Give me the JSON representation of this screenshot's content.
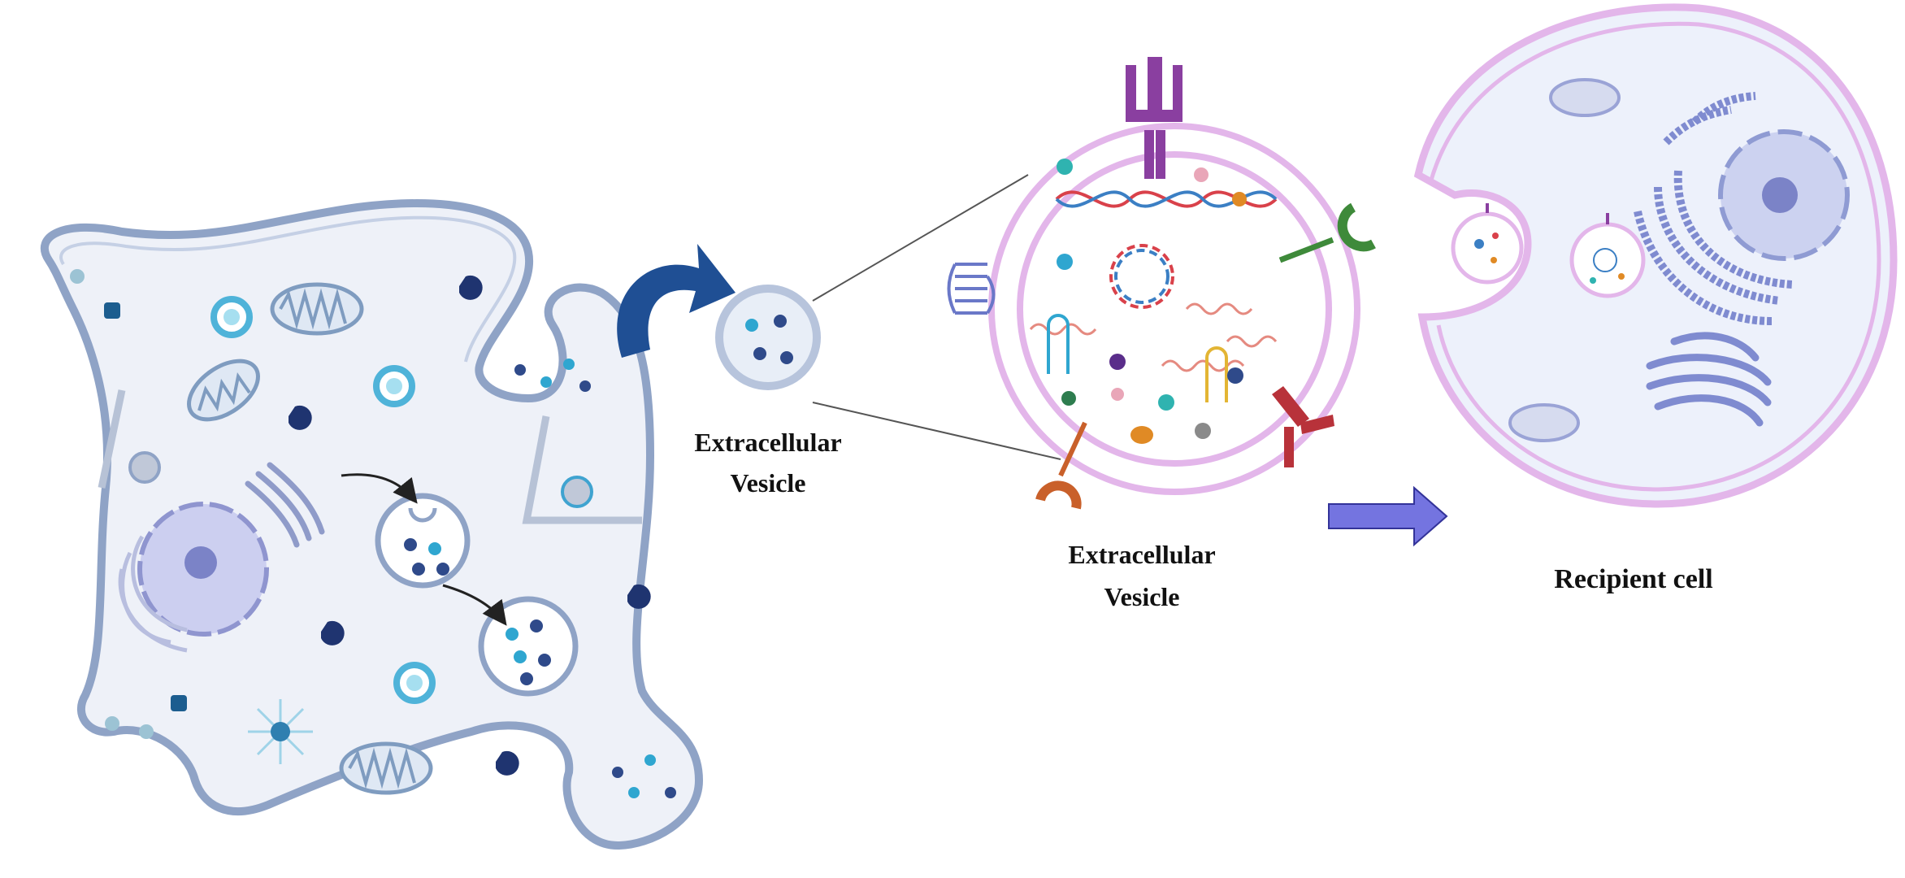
{
  "labels": {
    "ev_small_line1": "Extracellular",
    "ev_small_line2": "Vesicle",
    "ev_large_line1": "Extracellular",
    "ev_large_line2": "Vesicle",
    "recipient": "Recipient cell"
  },
  "colors": {
    "donor_membrane": "#8fa3c6",
    "donor_fill": "#eef1f8",
    "vesicle_membrane": "#b7c4dc",
    "cargo_dark": "#2f4a8a",
    "cargo_light": "#2fa6d0",
    "ev_membrane": "#e3b6ea",
    "recipient_fill": "#edf1fb",
    "curved_arrow": "#1f4f94",
    "block_arrow": "#7474e0",
    "receptor_purple": "#8a3fa0",
    "receptor_green": "#3e8a3a",
    "receptor_orange": "#c9602a",
    "antibody_red": "#b8323a",
    "dna_red": "#d9414a",
    "dna_blue": "#3b7fc4"
  },
  "icons": [
    "mitochondrion-icon",
    "golgi-icon",
    "nucleus-icon",
    "multivesicular-body-icon",
    "dna-helix-icon",
    "plasmid-icon",
    "rna-hairpin-icon",
    "receptor-icon",
    "antibody-icon",
    "transmembrane-protein-icon",
    "centrosome-icon"
  ]
}
